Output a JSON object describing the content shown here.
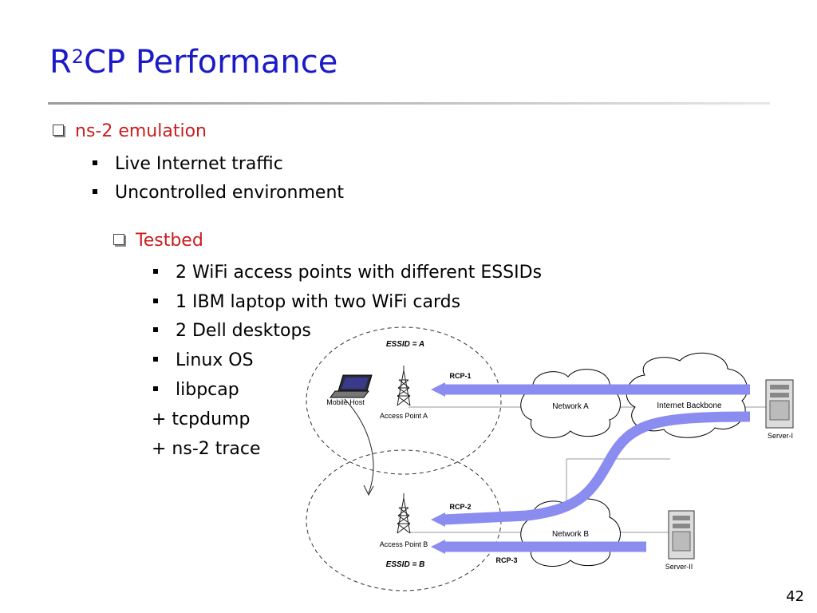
{
  "slide": {
    "title_pre": "R",
    "title_sup": "2",
    "title_post": "CP Performance",
    "page_number": "42"
  },
  "content": {
    "section1": {
      "heading": "ns-2 emulation",
      "items": [
        "Live Internet traffic",
        "Uncontrolled environment"
      ]
    },
    "section2": {
      "heading": "Testbed",
      "items": [
        "2 WiFi access points with different ESSIDs",
        "1 IBM laptop with two WiFi cards",
        "2 Dell desktops",
        "Linux OS",
        "libpcap"
      ],
      "extras": [
        "+ tcpdump",
        "+ ns-2 trace"
      ]
    }
  },
  "diagram": {
    "essid_a": "ESSID = A",
    "essid_b": "ESSID = B",
    "mobile_host": "Mobile Host",
    "ap_a": "Access Point A",
    "ap_b": "Access Point B",
    "network_a": "Network A",
    "network_b": "Network B",
    "internet_backbone": "Internet Backbone",
    "server_1": "Server-I",
    "server_2": "Server-II",
    "rcp1": "RCP-1",
    "rcp2": "RCP-2",
    "rcp3": "RCP-3",
    "colors": {
      "flow": "#8a8cf0",
      "title": "#1a1ac8",
      "heading": "#c81e1e"
    }
  }
}
